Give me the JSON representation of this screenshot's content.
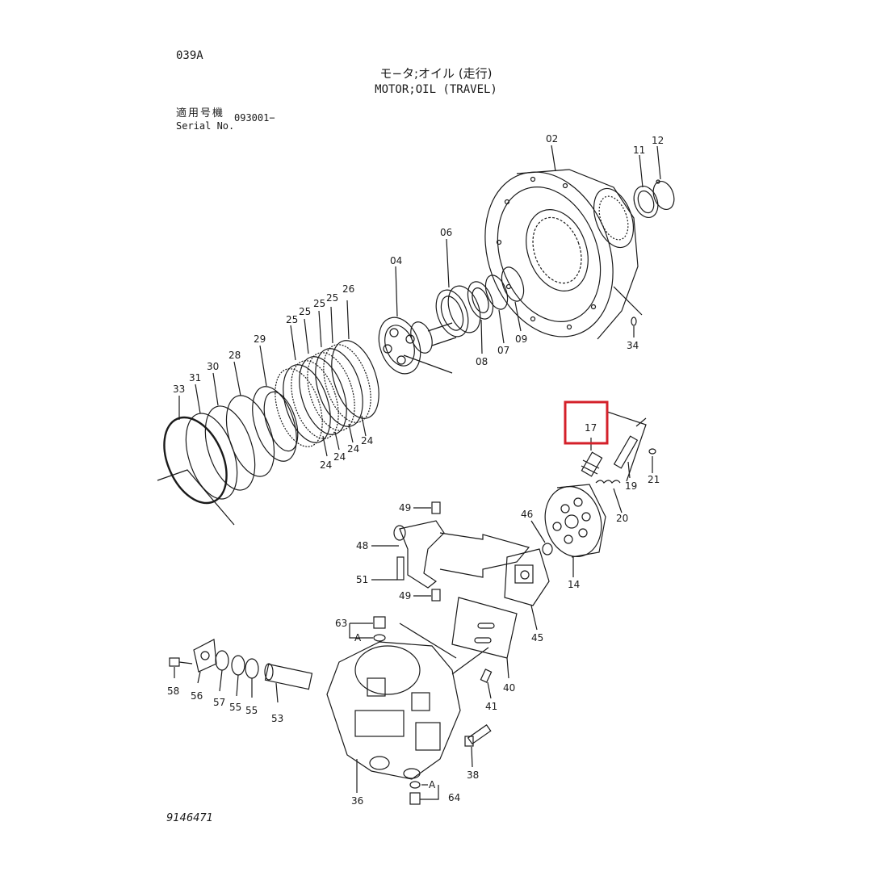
{
  "header": {
    "page_code": "039A",
    "title_jp": "モ−タ;オイル (走行)",
    "title_en": "MOTOR;OIL (TRAVEL)",
    "serial_label_jp": "適用号機",
    "serial_label_en": "Serial No.",
    "serial_value": "093001−"
  },
  "footer": {
    "drawing_no": "9146471"
  },
  "highlight": {
    "part": "17",
    "color": "#d4202a"
  },
  "callouts": {
    "p02": "02",
    "p11": "11",
    "p12": "12",
    "p06": "06",
    "p04": "04",
    "p09": "09",
    "p07": "07",
    "p08": "08",
    "p34": "34",
    "p26": "26",
    "p25a": "25",
    "p25b": "25",
    "p25c": "25",
    "p25d": "25",
    "p29": "29",
    "p28": "28",
    "p30": "30",
    "p31": "31",
    "p33": "33",
    "p24a": "24",
    "p24b": "24",
    "p24c": "24",
    "p24d": "24",
    "p17": "17",
    "p19": "19",
    "p21": "21",
    "p20": "20",
    "p46": "46",
    "p14": "14",
    "p49a": "49",
    "p49b": "49",
    "p48": "48",
    "p51": "51",
    "p45": "45",
    "p63": "63",
    "pA1": "A",
    "pA2": "A",
    "p40": "40",
    "p41": "41",
    "p58": "58",
    "p56": "56",
    "p57": "57",
    "p55a": "55",
    "p55b": "55",
    "p53": "53",
    "p38": "38",
    "p36": "36",
    "p64": "64"
  }
}
